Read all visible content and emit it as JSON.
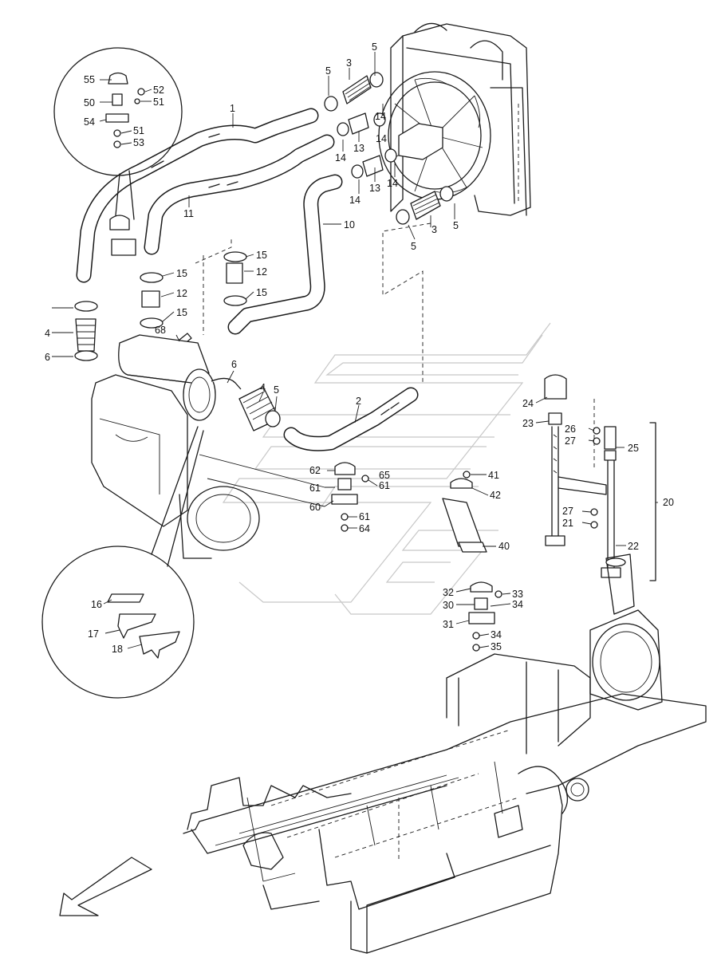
{
  "callouts": [
    "1",
    "2",
    "3",
    "3",
    "4",
    "4",
    "5",
    "5",
    "5",
    "5",
    "5",
    "6",
    "6",
    "10",
    "11",
    "12",
    "12",
    "13",
    "13",
    "14",
    "14",
    "14",
    "14",
    "14",
    "15",
    "15",
    "15",
    "15",
    "16",
    "17",
    "18",
    "20",
    "21",
    "22",
    "23",
    "24",
    "25",
    "26",
    "27",
    "27",
    "30",
    "31",
    "32",
    "33",
    "34",
    "34",
    "35",
    "40",
    "41",
    "42",
    "50",
    "51",
    "51",
    "52",
    "53",
    "54",
    "55",
    "60",
    "61",
    "61",
    "61",
    "62",
    "64",
    "65",
    "68"
  ],
  "icons": [
    "direction-arrow-icon"
  ],
  "colors": {
    "line": "#1a1a1a",
    "watermark": "#c8c8c8",
    "background": "#ffffff"
  }
}
